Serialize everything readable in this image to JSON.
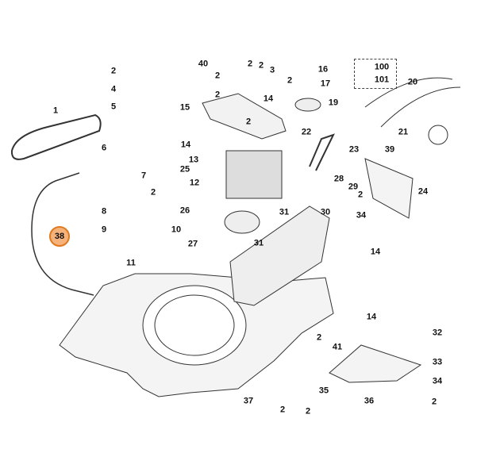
{
  "diagram": {
    "highlighted_part": "38",
    "highlight_color": "#f5b27a",
    "labels": [
      "1",
      "2",
      "4",
      "5",
      "6",
      "7",
      "8",
      "9",
      "2",
      "10",
      "11",
      "40",
      "2",
      "3",
      "2",
      "2",
      "2",
      "14",
      "2",
      "15",
      "2",
      "14",
      "13",
      "12",
      "25",
      "26",
      "27",
      "16",
      "17",
      "19",
      "22",
      "23",
      "28",
      "29",
      "31",
      "30",
      "2",
      "34",
      "24",
      "31",
      "14",
      "20",
      "21",
      "39",
      "14",
      "2",
      "41",
      "32",
      "33",
      "34",
      "2",
      "35",
      "36",
      "37",
      "2",
      "2"
    ],
    "legend": [
      "100",
      "101"
    ]
  }
}
